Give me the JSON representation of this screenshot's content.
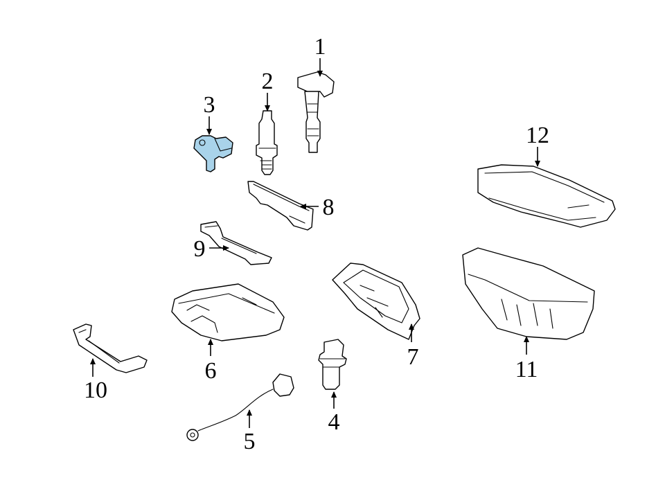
{
  "diagram": {
    "highlight_color": "#a9d3ea",
    "callouts": [
      {
        "id": "1",
        "label": "1"
      },
      {
        "id": "2",
        "label": "2"
      },
      {
        "id": "3",
        "label": "3"
      },
      {
        "id": "4",
        "label": "4"
      },
      {
        "id": "5",
        "label": "5"
      },
      {
        "id": "6",
        "label": "6"
      },
      {
        "id": "7",
        "label": "7"
      },
      {
        "id": "8",
        "label": "8"
      },
      {
        "id": "9",
        "label": "9"
      },
      {
        "id": "10",
        "label": "10"
      },
      {
        "id": "11",
        "label": "11"
      },
      {
        "id": "12",
        "label": "12"
      }
    ],
    "highlighted_part": "3"
  }
}
